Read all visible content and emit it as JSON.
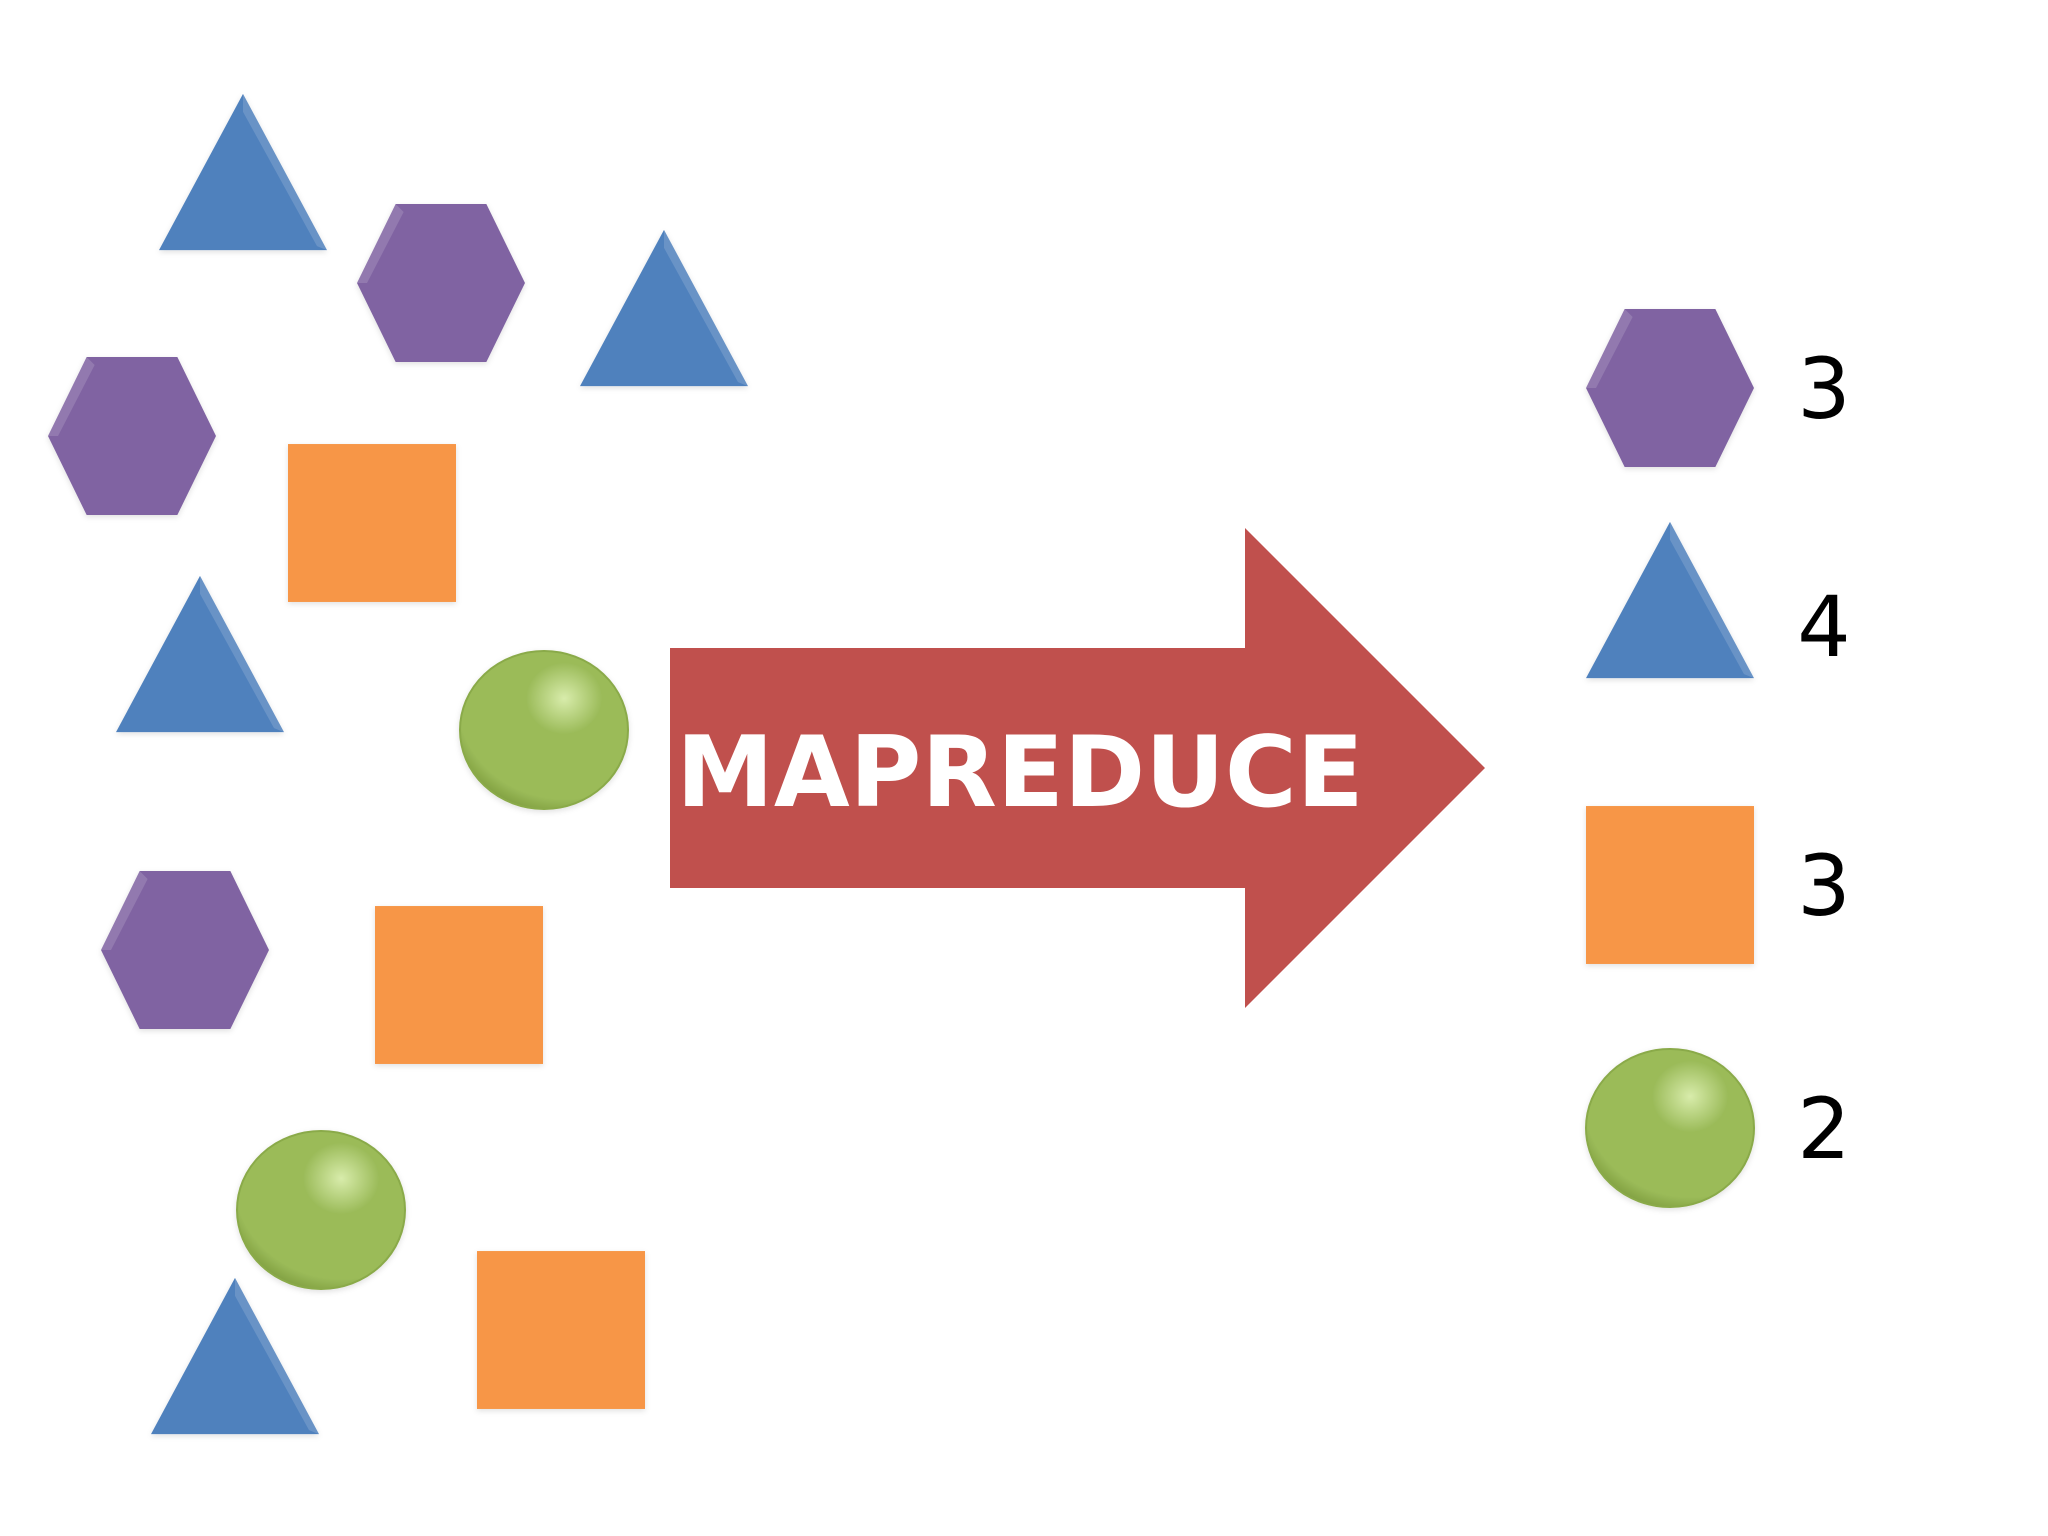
{
  "colors": {
    "triangle": "#4F81BD",
    "hexagon": "#8064A2",
    "square": "#F79646",
    "circle": "#9BBB59",
    "arrow": "#C0504D",
    "arrow_text": "#FFFFFF",
    "count_text": "#000000"
  },
  "arrow": {
    "label": "MAPREDUCE"
  },
  "input_shapes": [
    {
      "shape": "triangle"
    },
    {
      "shape": "hexagon"
    },
    {
      "shape": "triangle"
    },
    {
      "shape": "hexagon"
    },
    {
      "shape": "square"
    },
    {
      "shape": "triangle"
    },
    {
      "shape": "circle"
    },
    {
      "shape": "hexagon"
    },
    {
      "shape": "square"
    },
    {
      "shape": "circle"
    },
    {
      "shape": "square"
    },
    {
      "shape": "triangle"
    }
  ],
  "results": [
    {
      "shape": "hexagon",
      "count": "3"
    },
    {
      "shape": "triangle",
      "count": "4"
    },
    {
      "shape": "square",
      "count": "3"
    },
    {
      "shape": "circle",
      "count": "2"
    }
  ]
}
